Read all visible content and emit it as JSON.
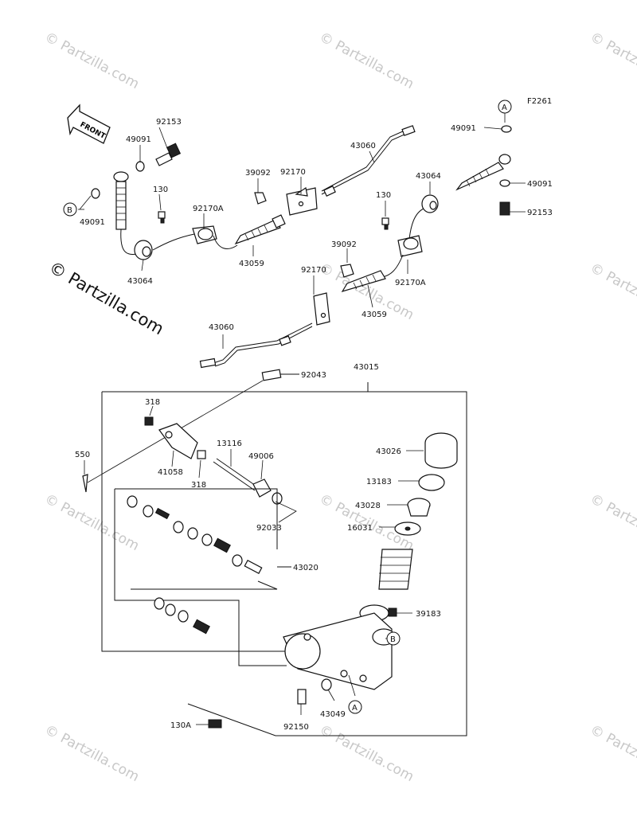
{
  "diagram": {
    "code": "F2261",
    "front_label": "FRONT",
    "watermark": "© Partzilla.com",
    "callouts": {
      "a_letter": "A",
      "b_letter": "B"
    },
    "labels": {
      "p92153_left": "92153",
      "p49091_left_top": "49091",
      "p49091_left_bottom": "49091",
      "p130_left": "130",
      "p43064_left": "43064",
      "p92170A_left": "92170A",
      "p39092_top": "39092",
      "p92170_top": "92170",
      "p43059_left": "43059",
      "p43060_top": "43060",
      "p43064_right": "43064",
      "p130_right": "130",
      "p49091_right_top": "49091",
      "p49091_right_bottom": "49091",
      "p92153_right": "92153",
      "p39092_mid": "39092",
      "p92170_mid": "92170",
      "p92170A_right": "92170A",
      "p43059_right": "43059",
      "p43060_bottom": "43060",
      "p92043": "92043",
      "p43015": "43015",
      "p318_top": "318",
      "p318_bottom": "318",
      "p41058": "41058",
      "p550": "550",
      "p13116": "13116",
      "p49006": "49006",
      "p92033": "92033",
      "p43020": "43020",
      "p43026": "43026",
      "p13183": "13183",
      "p43028": "43028",
      "p16031": "16031",
      "p39183": "39183",
      "p43049": "43049",
      "p92150": "92150",
      "p130A": "130A"
    }
  }
}
